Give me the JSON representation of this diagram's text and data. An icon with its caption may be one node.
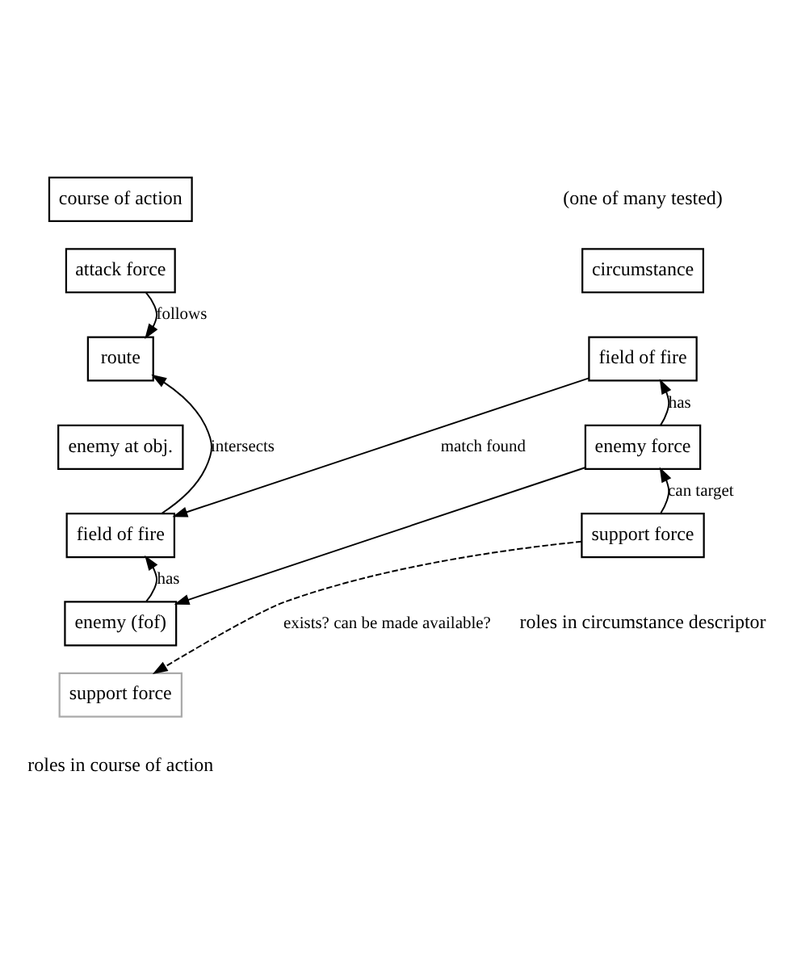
{
  "diagram": {
    "nodes": [
      {
        "text": [
          "course of action"
        ]
      },
      {
        "text": [
          "attack force"
        ]
      },
      {
        "text": [
          "route"
        ]
      },
      {
        "text": [
          "enemy at obj."
        ]
      },
      {
        "text": [
          "field of fire"
        ]
      },
      {
        "text": [
          "enemy (fof)"
        ]
      },
      {
        "text": [
          "support force"
        ]
      },
      {
        "text": [
          "circumstance"
        ],
        "beside": [
          "(one of many tested)"
        ]
      },
      {
        "text": [
          "field of fire"
        ]
      },
      {
        "text": [
          "enemy force"
        ]
      },
      {
        "text": [
          "support force"
        ]
      }
    ],
    "edges": [
      {
        "from": 1,
        "to": 2,
        "arrow": "to",
        "label": "follows"
      },
      {
        "from": 4,
        "to": 2,
        "arrow": "to",
        "label": "intersects"
      },
      {
        "from": 5,
        "to": 4,
        "arrow": "to",
        "label": "has"
      },
      {
        "from": 9,
        "to": 8,
        "arrow": "to",
        "label": "has"
      },
      {
        "from": 10,
        "to": 9,
        "arrow": "to",
        "label": "can target"
      },
      {
        "from": 8,
        "to": 4,
        "arrow": "to",
        "label": "match found"
      },
      {
        "from": 9,
        "to": 5,
        "arrow": "to"
      },
      {
        "from": 10,
        "to": 6,
        "arrow": "to",
        "style": "dashed",
        "label": "exists? can be made available?"
      }
    ],
    "labels": [
      "roles in circumstance descriptor",
      "roles in course of action"
    ]
  }
}
